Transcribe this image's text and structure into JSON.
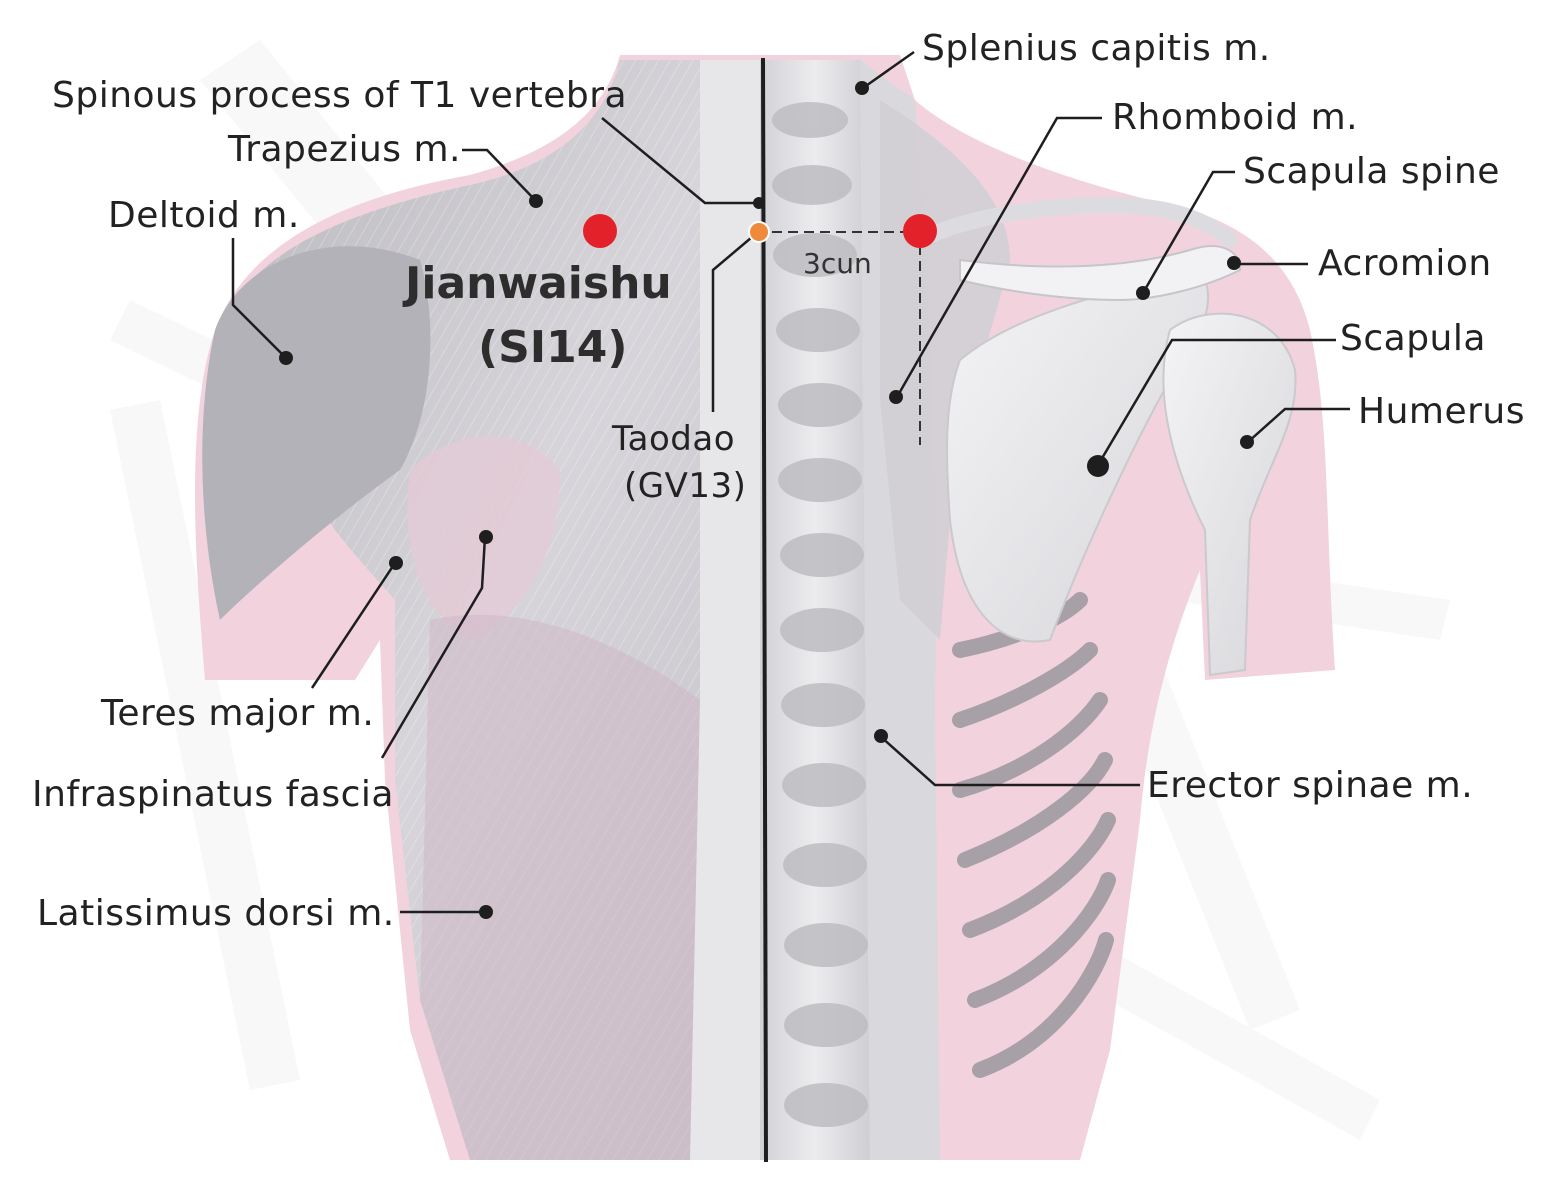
{
  "acupoint": {
    "name": "Jianwaishu",
    "code": "(SI14)",
    "color": "#e3212a"
  },
  "reference_point": {
    "name": "Taodao",
    "code": "(GV13)",
    "color": "#ee8a3c"
  },
  "measurement": "3cun",
  "labels": {
    "spinous_process": "Spinous process of T1 vertebra",
    "trapezius": "Trapezius m.",
    "deltoid": "Deltoid m.",
    "teres_major": "Teres major m.",
    "infraspinatus": "Infraspinatus fascia",
    "latissimus": "Latissimus dorsi m.",
    "splenius": "Splenius capitis m.",
    "rhomboid": "Rhomboid m.",
    "scapula_spine": "Scapula spine",
    "acromion": "Acromion",
    "scapula": "Scapula",
    "humerus": "Humerus",
    "erector": "Erector spinae m."
  },
  "colors": {
    "skin_pink": "#f2d3dd",
    "muscle_grey": "#c9c8cc",
    "bone_light": "#eeeef0",
    "line": "#1e1e1e"
  }
}
